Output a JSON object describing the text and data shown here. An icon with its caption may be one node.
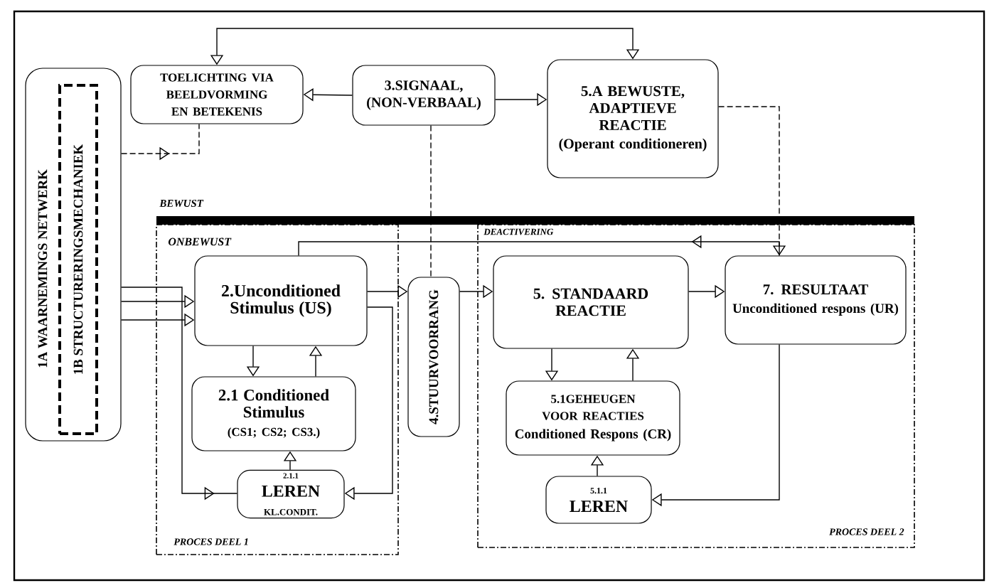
{
  "diagram": {
    "nodes": [
      {
        "text": [
          "1A WAARNEMINGS NETWERK"
        ]
      },
      {
        "text": [
          "1B STRUCTURERINGSMECHANIEK"
        ],
        "in": 0
      },
      {
        "text": [
          "TOELICHTING VIA BEELDVORMING EN BETEKENIS"
        ]
      },
      {
        "text": [
          "3.SIGNAAL, (NON-VERBAAL)"
        ]
      },
      {
        "text": [
          "5.A BEWUSTE, ADAPTIEVE REACTIE",
          "(Operant conditioneren)"
        ]
      },
      {
        "text": [
          "ONBEWUST",
          "PROCES DEEL 1"
        ]
      },
      {
        "text": [
          "2.Unconditioned Stimulus (US)"
        ],
        "in": 5
      },
      {
        "text": [
          "2.1 Conditioned Stimulus",
          "(CS1; CS2; CS3.)"
        ],
        "in": 5
      },
      {
        "text": [
          "2.1.1",
          "LEREN",
          "KL.CONDIT."
        ],
        "in": 5
      },
      {
        "text": [
          "4.STUURVOORRANG"
        ]
      },
      {
        "text": [
          "DEACTIVERING",
          "PROCES DEEL 2"
        ]
      },
      {
        "text": [
          "5.  STANDAARD REACTIE"
        ],
        "in": 10
      },
      {
        "text": [
          "7.  RESULTAAT",
          "Unconditioned respons (UR)"
        ],
        "in": 10
      },
      {
        "text": [
          "5.1GEHEUGEN VOOR REACTIES",
          "Conditioned Respons (CR)"
        ],
        "in": 10
      },
      {
        "text": [
          "5.1.1",
          "LEREN"
        ],
        "in": 10
      }
    ],
    "edges": [
      {
        "from": 2,
        "to": 4,
        "arrow": "both"
      },
      {
        "from": 3,
        "to": 2,
        "arrow": "to"
      },
      {
        "from": 3,
        "to": 4,
        "arrow": "to"
      },
      {
        "from": 0,
        "to": 2,
        "arrow": "to",
        "style": "dashed"
      },
      {
        "from": 4,
        "to": 12,
        "arrow": "to",
        "style": "dashed"
      },
      {
        "from": 3,
        "to": 9,
        "arrow": "none",
        "style": "dashed"
      },
      {
        "from": 12,
        "to": 6,
        "arrow": "to"
      },
      {
        "from": 0,
        "to": 6,
        "arrow": "to"
      },
      {
        "from": 0,
        "to": 6,
        "arrow": "to"
      },
      {
        "from": 0,
        "to": 8,
        "arrow": "to"
      },
      {
        "from": 6,
        "to": 9,
        "arrow": "to"
      },
      {
        "from": 6,
        "to": 8,
        "arrow": "to"
      },
      {
        "from": 6,
        "to": 7,
        "arrow": "to"
      },
      {
        "from": 7,
        "to": 6,
        "arrow": "to"
      },
      {
        "from": 8,
        "to": 7,
        "arrow": "to"
      },
      {
        "from": 9,
        "to": 11,
        "arrow": "to"
      },
      {
        "from": 11,
        "to": 12,
        "arrow": "to"
      },
      {
        "from": 11,
        "to": 13,
        "arrow": "to"
      },
      {
        "from": 13,
        "to": 11,
        "arrow": "to"
      },
      {
        "from": 14,
        "to": 13,
        "arrow": "to"
      },
      {
        "from": 12,
        "to": 14,
        "arrow": "to"
      }
    ],
    "labels": [
      "BEWUST"
    ]
  }
}
